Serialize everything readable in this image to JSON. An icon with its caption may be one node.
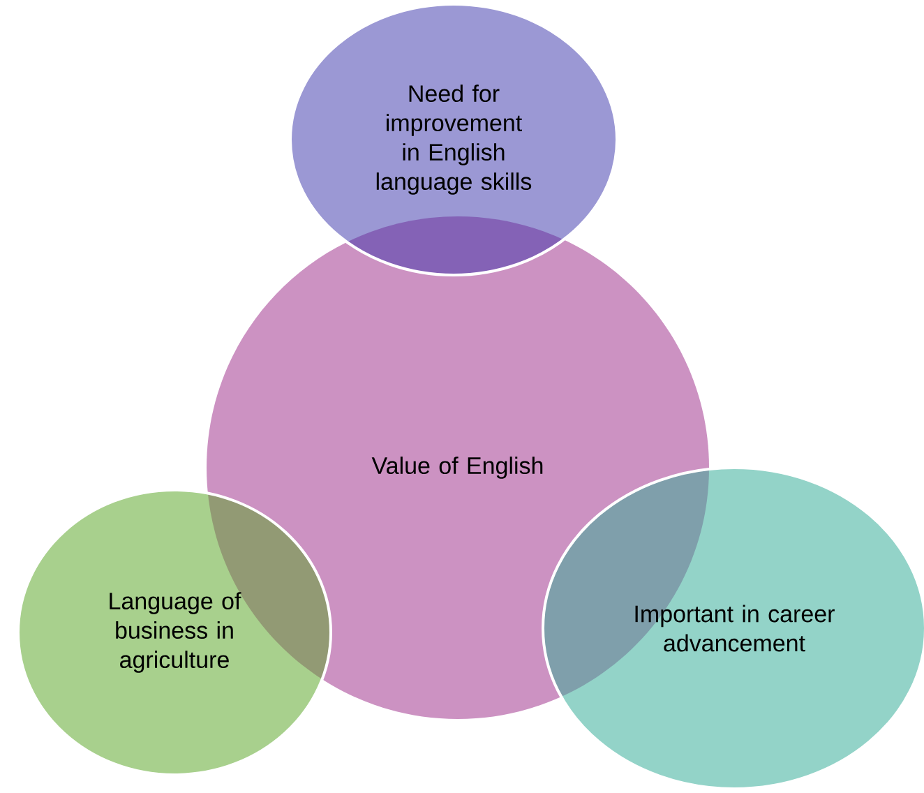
{
  "diagram": {
    "nodes": [
      {
        "text": [
          "Need for improvement in English language skills"
        ]
      },
      {
        "text": [
          "Value of English"
        ]
      },
      {
        "text": [
          "Language of business in agriculture"
        ]
      },
      {
        "text": [
          "Important in career advancement"
        ]
      }
    ]
  }
}
